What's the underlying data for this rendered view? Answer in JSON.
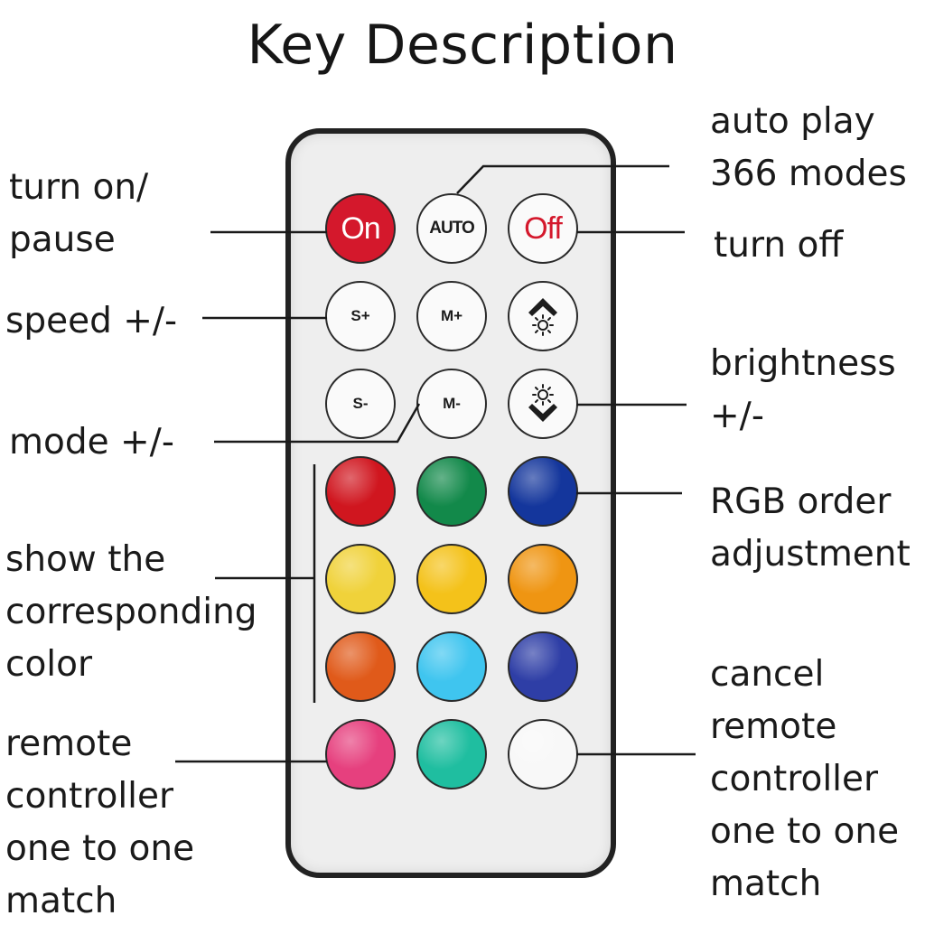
{
  "title": "Key Description",
  "buttons": {
    "on": "On",
    "auto": "AUTO",
    "off": "Off",
    "speed_up": "S+",
    "speed_down": "S-",
    "mode_up": "M+",
    "mode_down": "M-"
  },
  "colors": {
    "remote_body": "#eeeeee",
    "on_button": "#d4182c",
    "color_keys": [
      [
        "#d0161f",
        "#12894a",
        "#14369c"
      ],
      [
        "#f0d23a",
        "#f4c21a",
        "#ef9512"
      ],
      [
        "#e05a1a",
        "#3fc5ef",
        "#2e3ea6"
      ],
      [
        "#e6407e",
        "#1fbea0",
        "#f8f8f8"
      ]
    ]
  },
  "labels": {
    "turn_on": [
      "turn on/",
      "pause"
    ],
    "speed": [
      "speed +/-"
    ],
    "mode": [
      "mode +/-"
    ],
    "show_color": [
      "show the",
      "corresponding",
      "color"
    ],
    "remote_match_left": [
      "remote",
      "controller",
      "one to one",
      "match"
    ],
    "auto_play": [
      "auto play",
      "366 modes"
    ],
    "turn_off": [
      "turn off"
    ],
    "brightness": [
      "brightness",
      "+/-"
    ],
    "rgb_order": [
      "RGB order",
      "adjustment"
    ],
    "cancel_match": [
      "cancel",
      "remote",
      "controller",
      "one to one",
      "match"
    ]
  }
}
